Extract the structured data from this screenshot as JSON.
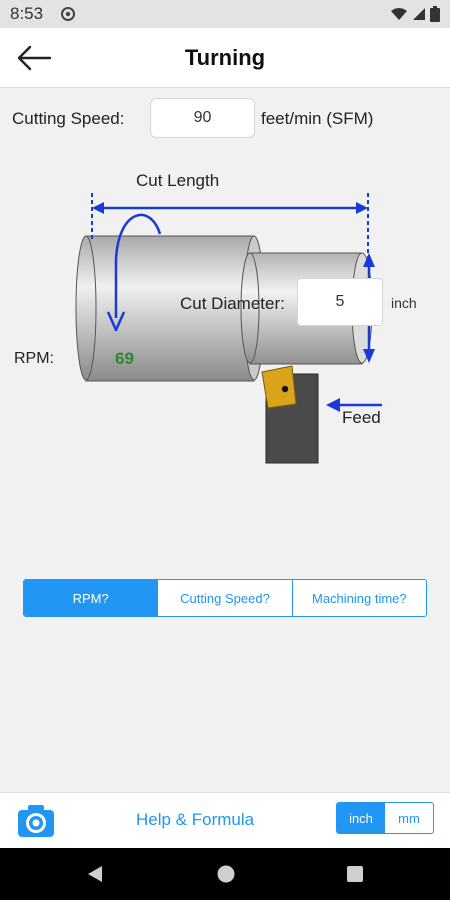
{
  "status_bar": {
    "time": "8:53",
    "left_icon": "at-sign-icon",
    "right_icons": [
      "wifi-icon",
      "signal-icon",
      "battery-icon"
    ]
  },
  "app_bar": {
    "title": "Turning",
    "back_icon": "arrow-left-icon"
  },
  "cutting_speed": {
    "label": "Cutting Speed:",
    "value": "90",
    "unit": "feet/min (SFM)"
  },
  "diagram": {
    "cut_length_label": "Cut Length",
    "cut_diameter_label": "Cut Diameter:",
    "cut_diameter_value": "5",
    "cut_diameter_unit": "inch",
    "rpm_label": "RPM:",
    "rpm_value": "69",
    "feed_label": "Feed",
    "colors": {
      "dimension": "#1a3ad8",
      "rpm_value": "#2c8a2c",
      "tool_insert": "#d9a31a",
      "tool_holder": "#4a4a4a"
    }
  },
  "calc_mode": {
    "options": [
      "RPM?",
      "Cutting Speed?",
      "Machining time?"
    ],
    "selected": "RPM?"
  },
  "bottom_bar": {
    "camera_icon": "camera-icon",
    "help_label": "Help & Formula",
    "units": [
      "inch",
      "mm"
    ],
    "selected_unit": "inch"
  },
  "nav_bar": {
    "icons": [
      "nav-back-icon",
      "nav-home-icon",
      "nav-recents-icon"
    ]
  },
  "theme": {
    "accent": "#2196f3",
    "background": "#f1f1f1"
  }
}
